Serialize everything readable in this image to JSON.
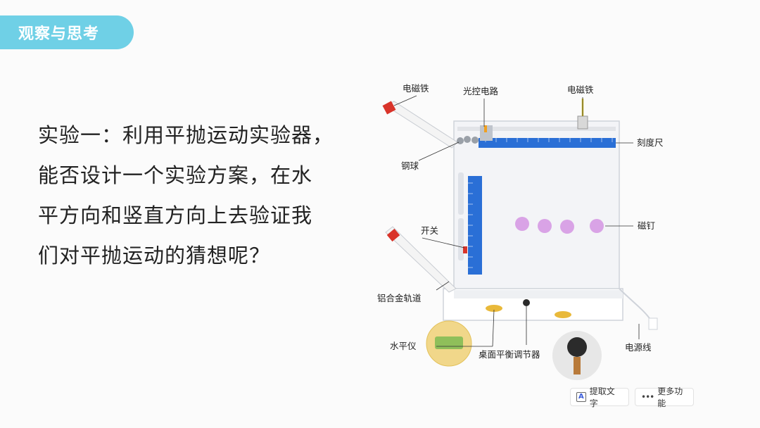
{
  "header": {
    "tag": "观察与思考"
  },
  "question": {
    "lines": [
      "实验一：利用平抛运动实验器，",
      "能否设计一个实验方案，在水",
      "平方向和竖直方向上去验证我",
      "们对平抛运动的猜想呢？"
    ]
  },
  "figure": {
    "labels": {
      "electromagnet_left": "电磁铁",
      "light_control": "光控电路",
      "electromagnet_right": "电磁铁",
      "scale": "刻度尺",
      "steel_ball": "钢球",
      "magnet_pin": "磁钉",
      "switch": "开关",
      "track": "铝合金轨道",
      "level": "水平仪",
      "balance_adjuster": "桌面平衡调节器",
      "power_cord": "电源线"
    }
  },
  "toolbar": {
    "ocr_label": "提取文字",
    "more_label": "更多功能"
  },
  "colors": {
    "tag_bg": "#6fd0e6",
    "ruler": "#2a6fd6",
    "magnet_pin": "#d9a3e6",
    "electromagnet": "#d9342a"
  }
}
